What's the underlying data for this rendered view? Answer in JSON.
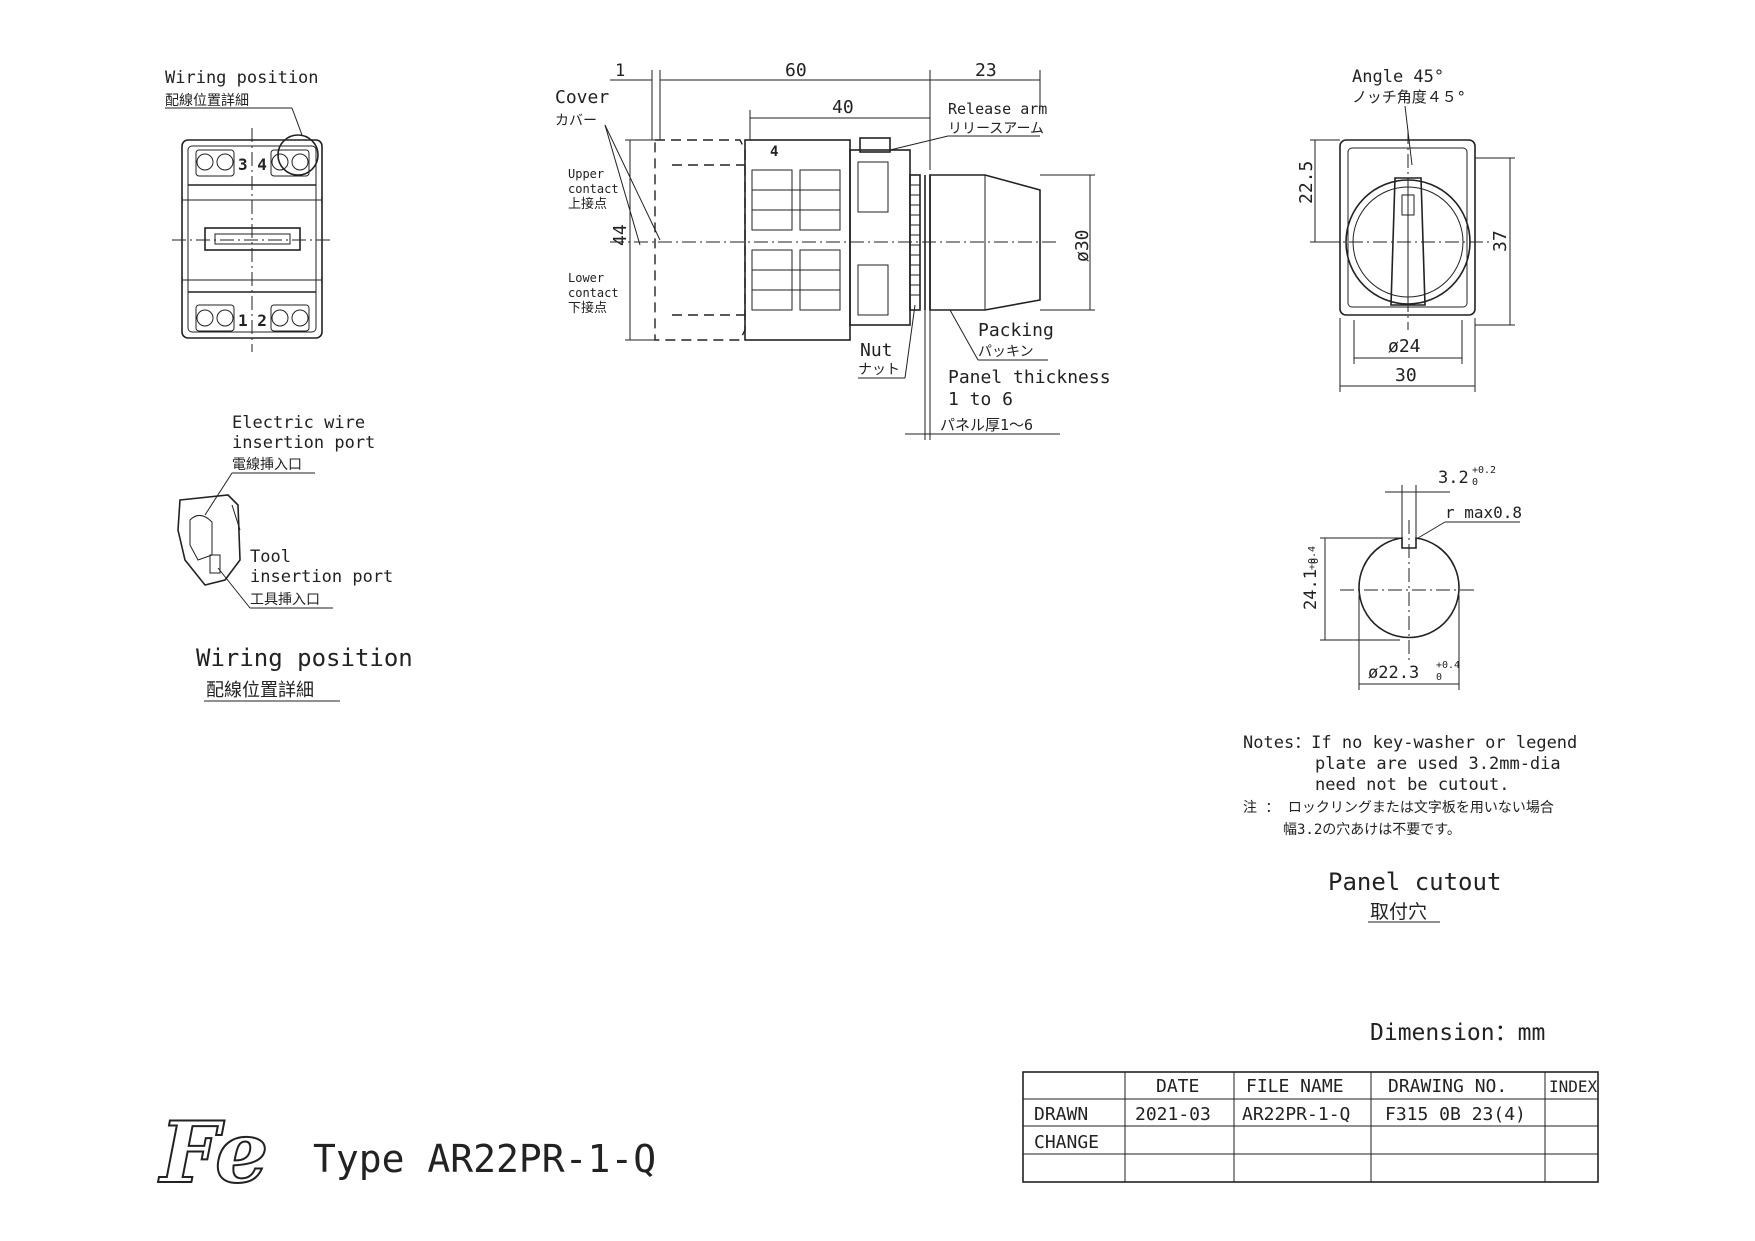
{
  "wiring": {
    "callout_en": "Wiring position",
    "callout_ja": "配線位置詳細",
    "terminal_upper": "3 4",
    "terminal_lower": "1 2",
    "title_en": "Wiring position",
    "title_ja": "配線位置詳細"
  },
  "port_detail": {
    "wire_en_1": "Electric wire",
    "wire_en_2": "insertion port",
    "wire_ja": "電線挿入口",
    "tool_en_1": "Tool",
    "tool_en_2": "insertion port",
    "tool_ja": "工具挿入口"
  },
  "side_view": {
    "dim_1": "1",
    "dim_60": "60",
    "dim_23": "23",
    "dim_40": "40",
    "dim_44": "44",
    "dim_d30": "ø30",
    "cover_en": "Cover",
    "cover_ja": "カバー",
    "release_en": "Release arm",
    "release_ja": "リリースアーム",
    "upper_en_1": "Upper",
    "upper_en_2": "contact",
    "upper_ja": "上接点",
    "lower_en_1": "Lower",
    "lower_en_2": "contact",
    "lower_ja": "下接点",
    "nut_en": "Nut",
    "nut_ja": "ナット",
    "packing_en": "Packing",
    "packing_ja": "パッキン",
    "panel_en_1": "Panel thickness",
    "panel_en_2": "1 to 6",
    "panel_ja": "パネル厚1～6",
    "body_mark": "4"
  },
  "front_view": {
    "angle_en": "Angle 45°",
    "angle_ja": "ノッチ角度４５°",
    "dim_225": "22.5",
    "dim_37": "37",
    "dim_d24": "ø24",
    "dim_30": "30"
  },
  "cutout": {
    "dim_key": "3.2",
    "dim_key_tol_upper": "+0.2",
    "dim_key_tol_lower": "0",
    "radius": "r max0.8",
    "dim_height": "24.1",
    "dim_height_tol_upper": "+0.4",
    "dim_height_tol_lower": "0",
    "dim_diameter": "ø22.3",
    "dim_diameter_tol_upper": "+0.4",
    "dim_diameter_tol_lower": "0",
    "title_en": "Panel cutout",
    "title_ja": "取付穴"
  },
  "notes": {
    "en_1": "Notes：If no key-washer or legend",
    "en_2": "plate are used 3.2mm-dia",
    "en_3": "need not be cutout.",
    "ja_1": "注 ： ロックリングまたは文字板を用いない場合",
    "ja_2": "幅3.2の穴あけは不要です。"
  },
  "units": "Dimension：mm",
  "logo_text": "Fe",
  "type_label": "Type AR22PR-1-Q",
  "title_block": {
    "headers": [
      "",
      "DATE",
      "FILE NAME",
      "DRAWING NO.",
      "INDEX"
    ],
    "rows": [
      [
        "DRAWN",
        "2021-03",
        "AR22PR-1-Q",
        "F315 0B 23(4)",
        ""
      ],
      [
        "CHANGE",
        "",
        "",
        "",
        ""
      ],
      [
        "",
        "",
        "",
        "",
        ""
      ]
    ]
  }
}
